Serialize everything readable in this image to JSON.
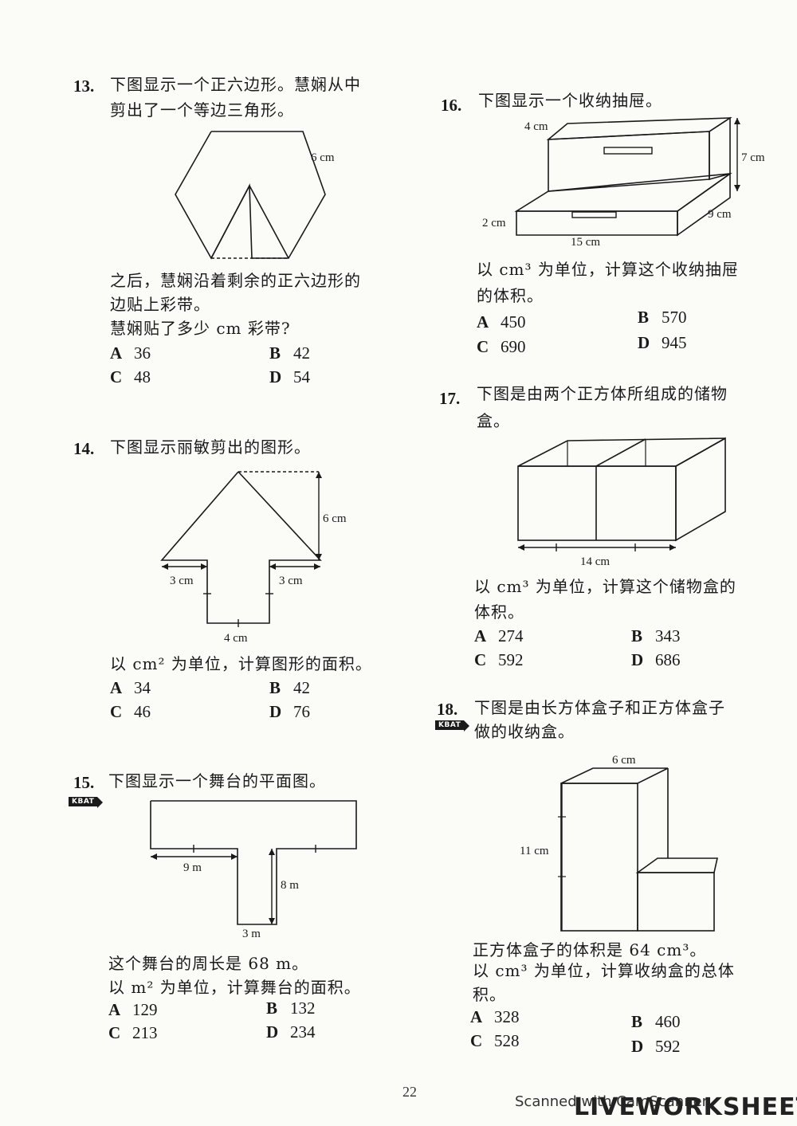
{
  "q13": {
    "num": "13.",
    "line1": "下图显示一个正六边形。慧娴从中",
    "line2": "剪出了一个等边三角形。",
    "fig_label": "6 cm",
    "after1": "之后，慧娴沿着剩余的正六边形的",
    "after2": "边贴上彩带。",
    "after3": "慧娴贴了多少 cm 彩带?",
    "options": [
      {
        "letter": "A",
        "value": "36"
      },
      {
        "letter": "B",
        "value": "42"
      },
      {
        "letter": "C",
        "value": "48"
      },
      {
        "letter": "D",
        "value": "54"
      }
    ]
  },
  "q14": {
    "num": "14.",
    "line1": "下图显示丽敏剪出的图形。",
    "labels": {
      "height": "6 cm",
      "left": "3 cm",
      "right": "3 cm",
      "bottom": "4 cm"
    },
    "prompt": "以 cm² 为单位，计算图形的面积。",
    "options": [
      {
        "letter": "A",
        "value": "34"
      },
      {
        "letter": "B",
        "value": "42"
      },
      {
        "letter": "C",
        "value": "46"
      },
      {
        "letter": "D",
        "value": "76"
      }
    ]
  },
  "q15": {
    "num": "15.",
    "badge": "KBAT",
    "line1": "下图显示一个舞台的平面图。",
    "labels": {
      "left": "9 m",
      "height": "8 m",
      "bottom": "3 m"
    },
    "prompt1": "这个舞台的周长是 68 m。",
    "prompt2": "以 m² 为单位，计算舞台的面积。",
    "options": [
      {
        "letter": "A",
        "value": "129"
      },
      {
        "letter": "B",
        "value": "132"
      },
      {
        "letter": "C",
        "value": "213"
      },
      {
        "letter": "D",
        "value": "234"
      }
    ]
  },
  "q16": {
    "num": "16.",
    "line1": "下图显示一个收纳抽屉。",
    "labels": {
      "top": "4 cm",
      "height": "7 cm",
      "left": "2 cm",
      "depth": "9 cm",
      "length": "15 cm"
    },
    "prompt1": "以 cm³ 为单位，计算这个收纳抽屉",
    "prompt2": "的体积。",
    "options": [
      {
        "letter": "A",
        "value": "450"
      },
      {
        "letter": "B",
        "value": "570"
      },
      {
        "letter": "C",
        "value": "690"
      },
      {
        "letter": "D",
        "value": "945"
      }
    ]
  },
  "q17": {
    "num": "17.",
    "line1": "下图是由两个正方体所组成的储物",
    "line2": "盒。",
    "labels": {
      "length": "14 cm"
    },
    "prompt1": "以 cm³ 为单位，计算这个储物盒的",
    "prompt2": "体积。",
    "options": [
      {
        "letter": "A",
        "value": "274"
      },
      {
        "letter": "B",
        "value": "343"
      },
      {
        "letter": "C",
        "value": "592"
      },
      {
        "letter": "D",
        "value": "686"
      }
    ]
  },
  "q18": {
    "num": "18.",
    "badge": "KBAT",
    "line1": "下图是由长方体盒子和正方体盒子",
    "line2": "做的收纳盒。",
    "labels": {
      "top": "6 cm",
      "height": "11 cm"
    },
    "prompt1": "正方体盒子的体积是 64 cm³。",
    "prompt2": "以 cm³ 为单位，计算收纳盒的总体",
    "prompt3": "积。",
    "options": [
      {
        "letter": "A",
        "value": "328"
      },
      {
        "letter": "B",
        "value": "460"
      },
      {
        "letter": "C",
        "value": "528"
      },
      {
        "letter": "D",
        "value": "592"
      }
    ]
  },
  "footer": {
    "page": "22",
    "scanned": "Scanned with CamScanner",
    "brand": "LIVEWORKSHEETS"
  }
}
